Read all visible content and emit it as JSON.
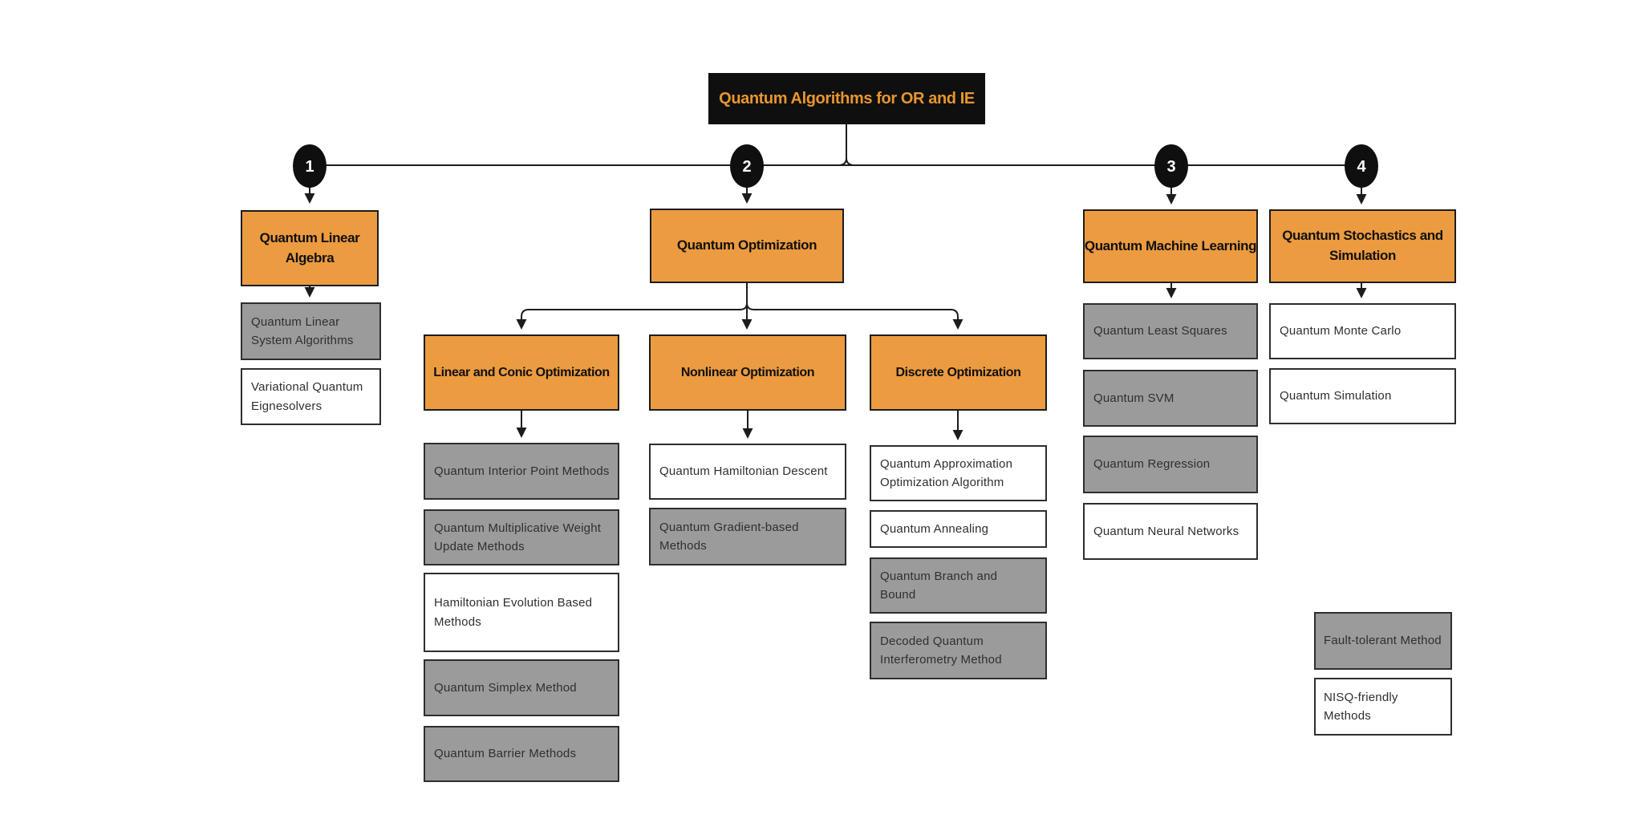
{
  "root": {
    "label": "Quantum Algorithms for OR and IE"
  },
  "markers": [
    {
      "number": "1"
    },
    {
      "number": "2"
    },
    {
      "number": "3"
    },
    {
      "number": "4"
    }
  ],
  "branches": [
    {
      "label": "Quantum Linear Algebra",
      "children": [
        {
          "label": "Quantum Linear System Algorithms",
          "category": "fault-tolerant"
        },
        {
          "label": "Variational Quantum Eignesolvers",
          "category": "nisq-friendly"
        }
      ]
    },
    {
      "label": "Quantum Optimization",
      "subbranches": [
        {
          "label": "Linear and Conic Optimization",
          "children": [
            {
              "label": "Quantum Interior Point Methods",
              "category": "fault-tolerant"
            },
            {
              "label": "Quantum Multiplicative Weight Update Methods",
              "category": "fault-tolerant"
            },
            {
              "label": "Hamiltonian Evolution Based Methods",
              "category": "nisq-friendly"
            },
            {
              "label": "Quantum Simplex Method",
              "category": "fault-tolerant"
            },
            {
              "label": "Quantum Barrier Methods",
              "category": "fault-tolerant"
            }
          ]
        },
        {
          "label": "Nonlinear Optimization",
          "children": [
            {
              "label": "Quantum Hamiltonian Descent",
              "category": "nisq-friendly"
            },
            {
              "label": "Quantum Gradient-based Methods",
              "category": "fault-tolerant"
            }
          ]
        },
        {
          "label": "Discrete Optimization",
          "children": [
            {
              "label": "Quantum Approximation Optimization Algorithm",
              "category": "nisq-friendly"
            },
            {
              "label": "Quantum Annealing",
              "category": "nisq-friendly"
            },
            {
              "label": "Quantum Branch and Bound",
              "category": "fault-tolerant"
            },
            {
              "label": "Decoded Quantum Interferometry Method",
              "category": "fault-tolerant"
            }
          ]
        }
      ]
    },
    {
      "label": "Quantum Machine Learning",
      "children": [
        {
          "label": "Quantum Least Squares",
          "category": "fault-tolerant"
        },
        {
          "label": "Quantum SVM",
          "category": "fault-tolerant"
        },
        {
          "label": "Quantum Regression",
          "category": "fault-tolerant"
        },
        {
          "label": "Quantum Neural Networks",
          "category": "nisq-friendly"
        }
      ]
    },
    {
      "label": "Quantum Stochastics and Simulation",
      "children": [
        {
          "label": "Quantum Monte Carlo",
          "category": "nisq-friendly"
        },
        {
          "label": "Quantum Simulation",
          "category": "nisq-friendly"
        }
      ]
    }
  ],
  "legend": {
    "fault_tolerant": {
      "label": "Fault-tolerant Method",
      "category": "fault-tolerant"
    },
    "nisq_friendly": {
      "label": "NISQ-friendly Methods",
      "category": "nisq-friendly"
    }
  },
  "colors": {
    "accent_orange": "#ec9b40",
    "fault_tolerant_gray": "#9b9b9b",
    "nisq_white": "#ffffff",
    "node_black": "#0f0f0f",
    "title_text_orange": "#e8962e",
    "line_black": "#1c1c1c"
  }
}
